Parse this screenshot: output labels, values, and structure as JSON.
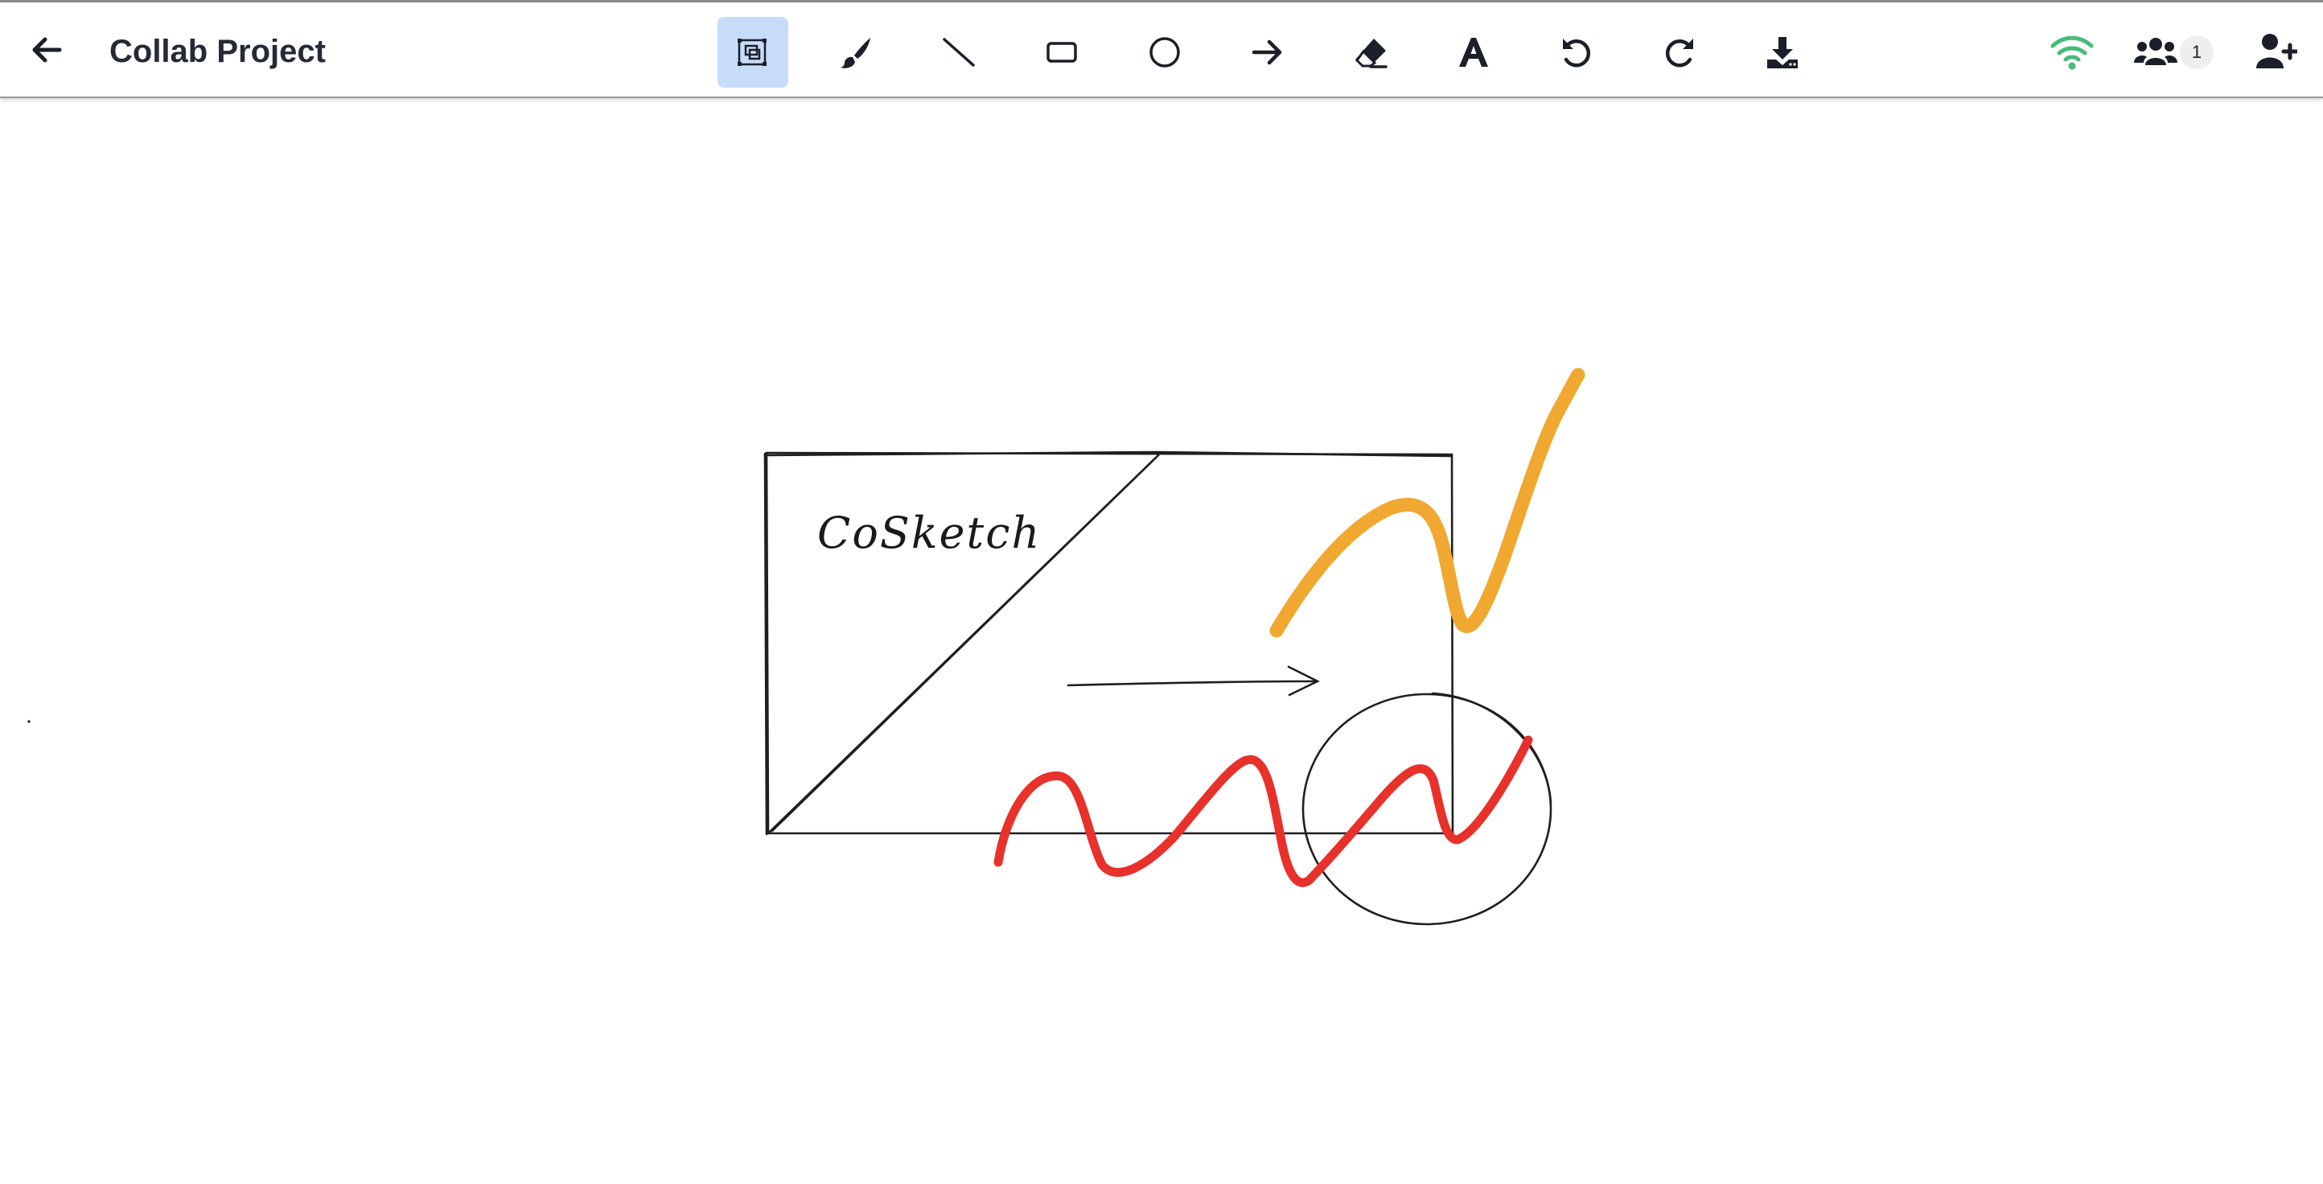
{
  "app": {
    "title": "Collab Project"
  },
  "toolbar": {
    "tools": [
      {
        "id": "select",
        "icon": "select-icon",
        "active": true
      },
      {
        "id": "brush",
        "icon": "brush-icon",
        "active": false
      },
      {
        "id": "line",
        "icon": "line-icon",
        "active": false
      },
      {
        "id": "rectangle",
        "icon": "rectangle-icon",
        "active": false
      },
      {
        "id": "circle",
        "icon": "circle-icon",
        "active": false
      },
      {
        "id": "arrow",
        "icon": "arrow-icon",
        "active": false
      },
      {
        "id": "eraser",
        "icon": "eraser-icon",
        "active": false
      },
      {
        "id": "text",
        "icon": "text-icon",
        "active": false
      },
      {
        "id": "undo",
        "icon": "undo-icon",
        "active": false
      },
      {
        "id": "redo",
        "icon": "redo-icon",
        "active": false
      },
      {
        "id": "download",
        "icon": "download-icon",
        "active": false
      }
    ]
  },
  "status": {
    "connection_icon": "wifi-icon",
    "connection_color": "#48bb78",
    "users_icon": "users-icon",
    "user_count": "1",
    "invite_icon": "add-user-icon"
  },
  "canvas": {
    "text_label": "CoSketch",
    "stroke_colors": {
      "ink": "#1f1f1f",
      "orange": "#f0a830",
      "red": "#e8312a"
    }
  }
}
